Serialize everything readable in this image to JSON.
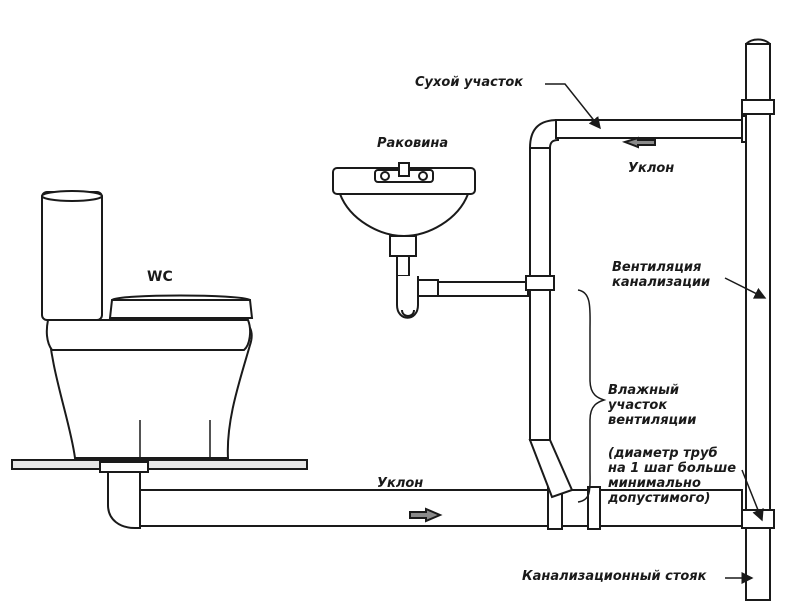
{
  "labels": {
    "dry_section": "Сухой участок",
    "sink": "Раковина",
    "slope_top": "Уклон",
    "wc": "WC",
    "vent": [
      "Вентиляция",
      "канализации"
    ],
    "wet_vent": [
      "Влажный",
      "участок",
      "вентиляции"
    ],
    "pipe_diameter_note": [
      "(диаметр труб",
      "на 1 шаг больше",
      "минимально",
      "допустимого)"
    ],
    "slope_bottom": "Уклон",
    "main_stack": "Канализационный стояк"
  },
  "colors": {
    "line": "#1a1a1a",
    "pipe_fill": "#ffffff",
    "arrow_fill": "#8a8a8a"
  }
}
